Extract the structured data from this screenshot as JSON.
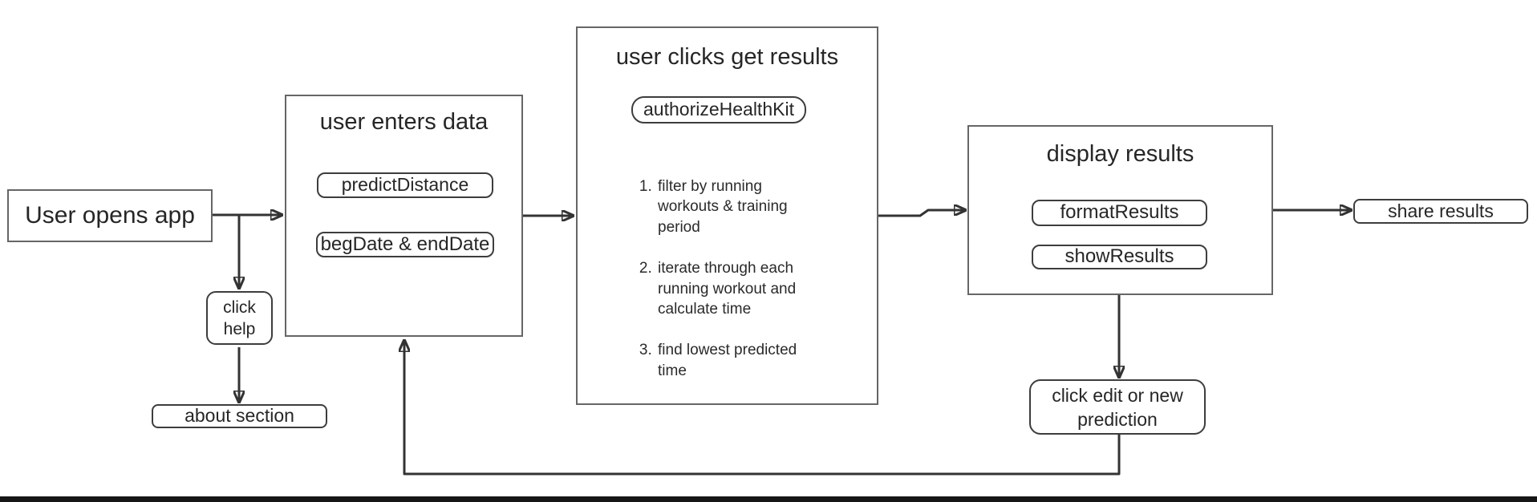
{
  "colors": {
    "background": "#ffffff",
    "connector_line": "#333333",
    "big_box_border": "#666666",
    "pill_border": "#3d3d3d",
    "text": "#262626",
    "bottom_bar": "#161616"
  },
  "nodes": {
    "user_opens_app": {
      "label": "User opens app"
    },
    "user_enters_data": {
      "title": "user enters data",
      "predict_distance": "predictDistance",
      "beg_end_date": "begDate & endDate"
    },
    "user_clicks_get_results": {
      "title": "user clicks get results",
      "authorize_healthkit": "authorizeHealthKit",
      "steps": [
        "filter by running\nworkouts & training\nperiod",
        "iterate through each\nrunning workout and\ncalculate time",
        "find lowest predicted\ntime"
      ]
    },
    "display_results": {
      "title": "display results",
      "format_results": "formatResults",
      "show_results": "showResults"
    },
    "share_results": {
      "label": "share results"
    },
    "click_help": {
      "label": "click\nhelp"
    },
    "about_section": {
      "label": "about section"
    },
    "click_edit": {
      "label": "click edit or new\nprediction"
    }
  }
}
